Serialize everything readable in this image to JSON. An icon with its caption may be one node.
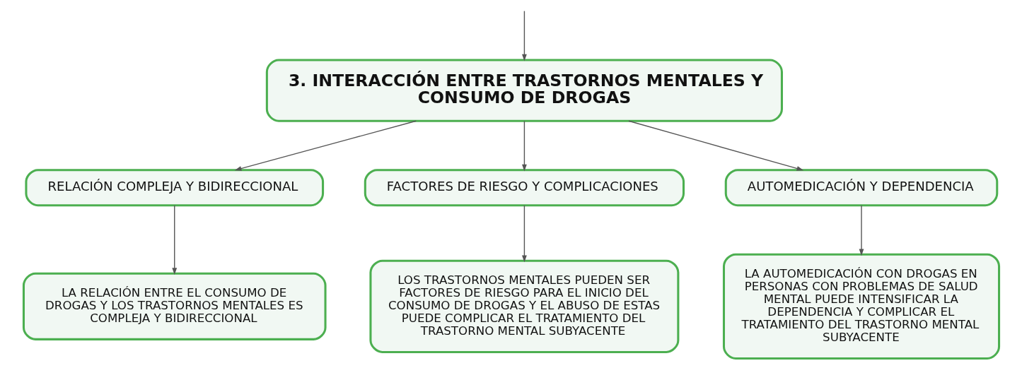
{
  "diagram": {
    "nodes": [
      {
        "text": [
          "3. INTERACCIÓN ENTRE TRASTORNOS MENTALES Y CONSUMO DE DROGAS"
        ]
      },
      {
        "text": [
          "RELACIÓN COMPLEJA Y BIDIRECCIONAL"
        ]
      },
      {
        "text": [
          "FACTORES DE RIESGO Y COMPLICACIONES"
        ]
      },
      {
        "text": [
          "AUTOMEDICACIÓN Y DEPENDENCIA"
        ]
      },
      {
        "text": [
          "LA RELACIÓN ENTRE EL CONSUMO DE DROGAS Y LOS TRASTORNOS MENTALES ES COMPLEJA Y BIDIRECCIONAL"
        ]
      },
      {
        "text": [
          "LOS TRASTORNOS MENTALES PUEDEN SER FACTORES DE RIESGO PARA EL INICIO DEL CONSUMO DE DROGAS Y EL ABUSO DE ESTAS PUEDE COMPLICAR EL TRATAMIENTO DEL TRASTORNO MENTAL SUBYACENTE"
        ]
      },
      {
        "text": [
          "LA AUTOMEDICACIÓN CON DROGAS EN PERSONAS CON PROBLEMAS DE SALUD MENTAL PUEDE INTENSIFICAR LA DEPENDENCIA Y COMPLICAR EL TRATAMIENTO DEL TRASTORNO MENTAL SUBYACENTE"
        ]
      }
    ],
    "edges": [
      {
        "from": null,
        "to": 0,
        "arrow": "to"
      },
      {
        "from": 0,
        "to": 1,
        "arrow": "to"
      },
      {
        "from": 0,
        "to": 2,
        "arrow": "to"
      },
      {
        "from": 0,
        "to": 3,
        "arrow": "to"
      },
      {
        "from": 1,
        "to": 4,
        "arrow": "to"
      },
      {
        "from": 2,
        "to": 5,
        "arrow": "to"
      },
      {
        "from": 3,
        "to": 6,
        "arrow": "to"
      }
    ]
  }
}
